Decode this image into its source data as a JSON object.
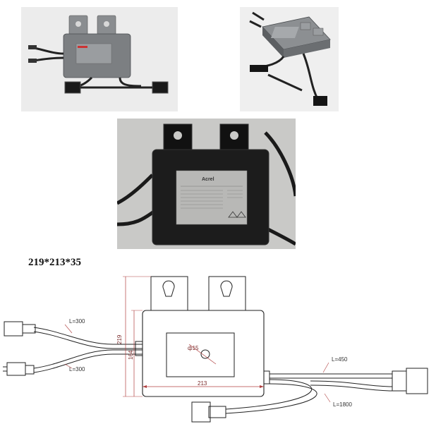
{
  "brand": {
    "label": "Acrel"
  },
  "dimensions_caption": "219*213*35",
  "drawing_labels": {
    "cable_top_left": "L=300",
    "cable_bottom_left": "L=300",
    "cable_top_right": "L=450",
    "cable_bottom_right": "L=1800",
    "hole_diameter": "ф15",
    "height_total": "219",
    "height_body": "164",
    "width_body": "213"
  },
  "colors": {
    "housing_gray": "#7c7f82",
    "photo_black": "#1c1c1c",
    "dimension_red": "#b04040",
    "line_dark": "#222222"
  }
}
